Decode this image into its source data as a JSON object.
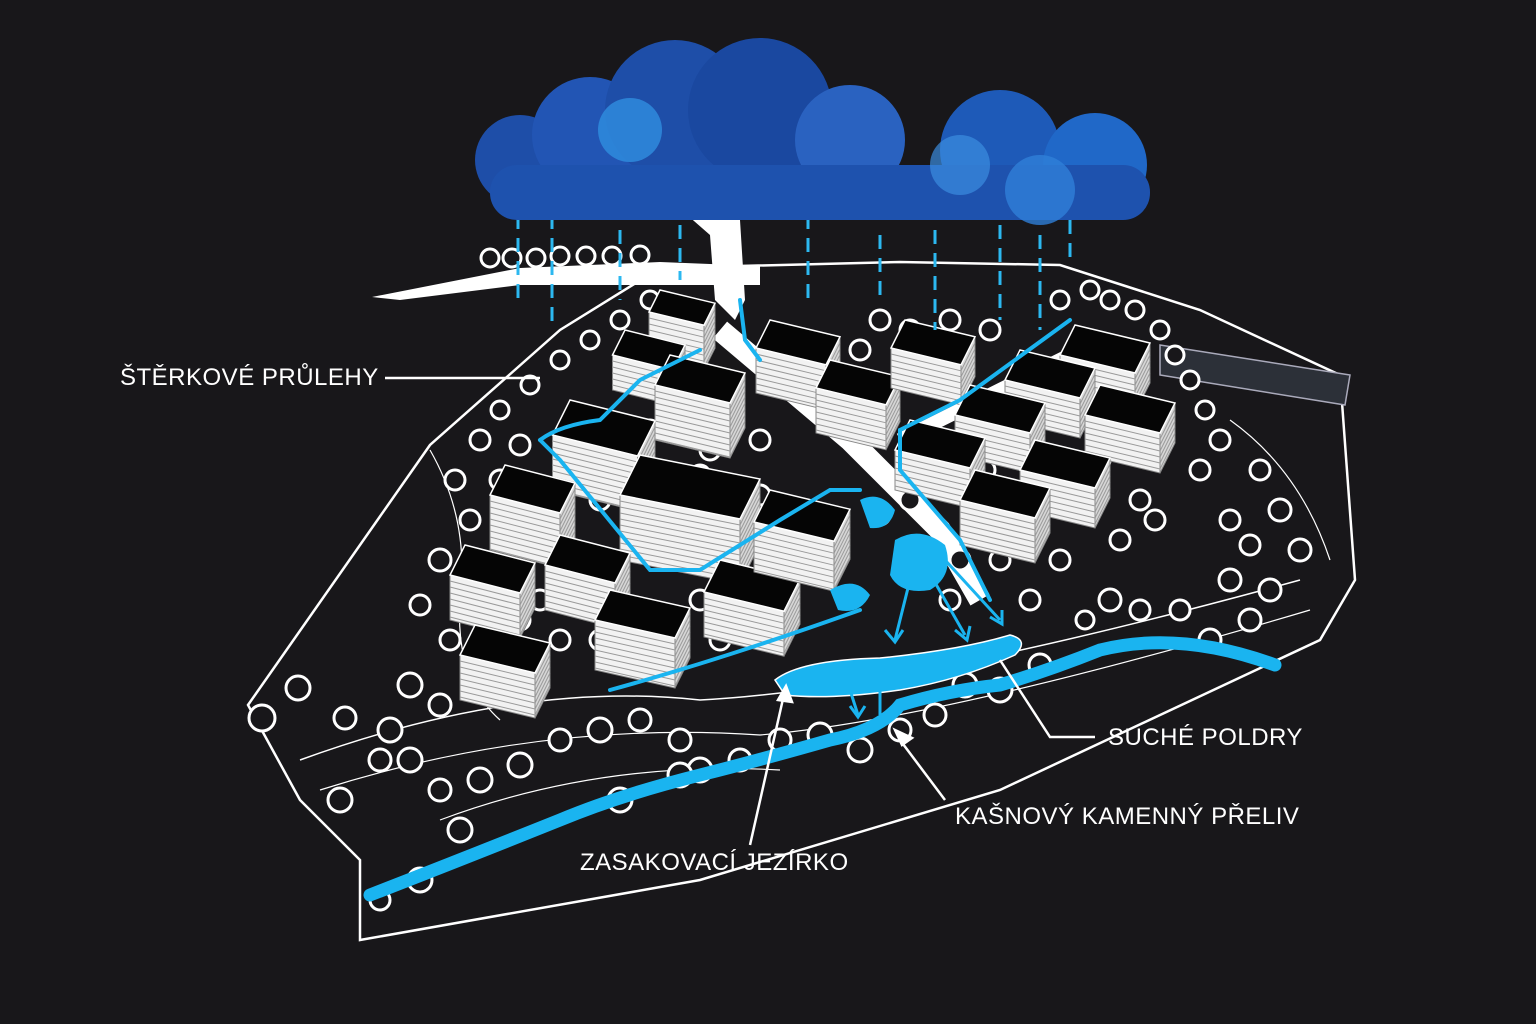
{
  "labels": {
    "gravel_swales": "ŠTĚRKOVÉ PRŮLEHY",
    "dry_basins": "SUCHÉ POLDRY",
    "fountain_stone_overflow": "KAŠNOVÝ KAMENNÝ PŘELIV",
    "infiltration_pond": "ZASAKOVACÍ JEZÍRKO"
  },
  "colors": {
    "background": "#18171a",
    "linework": "#ffffff",
    "water": "#1ab4f0",
    "cloud_dark": "#1e4ea8",
    "cloud_light": "#2f8fe0",
    "building_top": "#050505"
  },
  "icons": {
    "cloud": "rain-cloud-icon",
    "trees": "tree-circle-icon"
  }
}
